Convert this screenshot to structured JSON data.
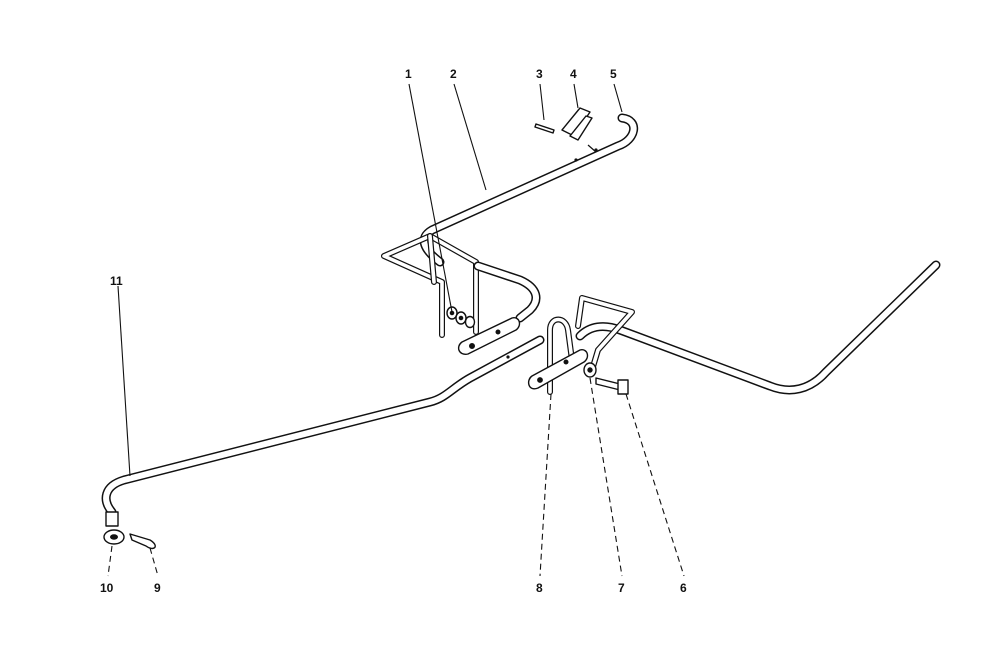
{
  "callouts": [
    {
      "id": "c1",
      "label": "1"
    },
    {
      "id": "c2",
      "label": "2"
    },
    {
      "id": "c3",
      "label": "3"
    },
    {
      "id": "c4",
      "label": "4"
    },
    {
      "id": "c5",
      "label": "5"
    },
    {
      "id": "c6",
      "label": "6"
    },
    {
      "id": "c7",
      "label": "7"
    },
    {
      "id": "c8",
      "label": "8"
    },
    {
      "id": "c9",
      "label": "9"
    },
    {
      "id": "c10",
      "label": "10"
    },
    {
      "id": "c11",
      "label": "11"
    }
  ],
  "colors": {
    "ink": "#111111",
    "paper": "#ffffff"
  }
}
